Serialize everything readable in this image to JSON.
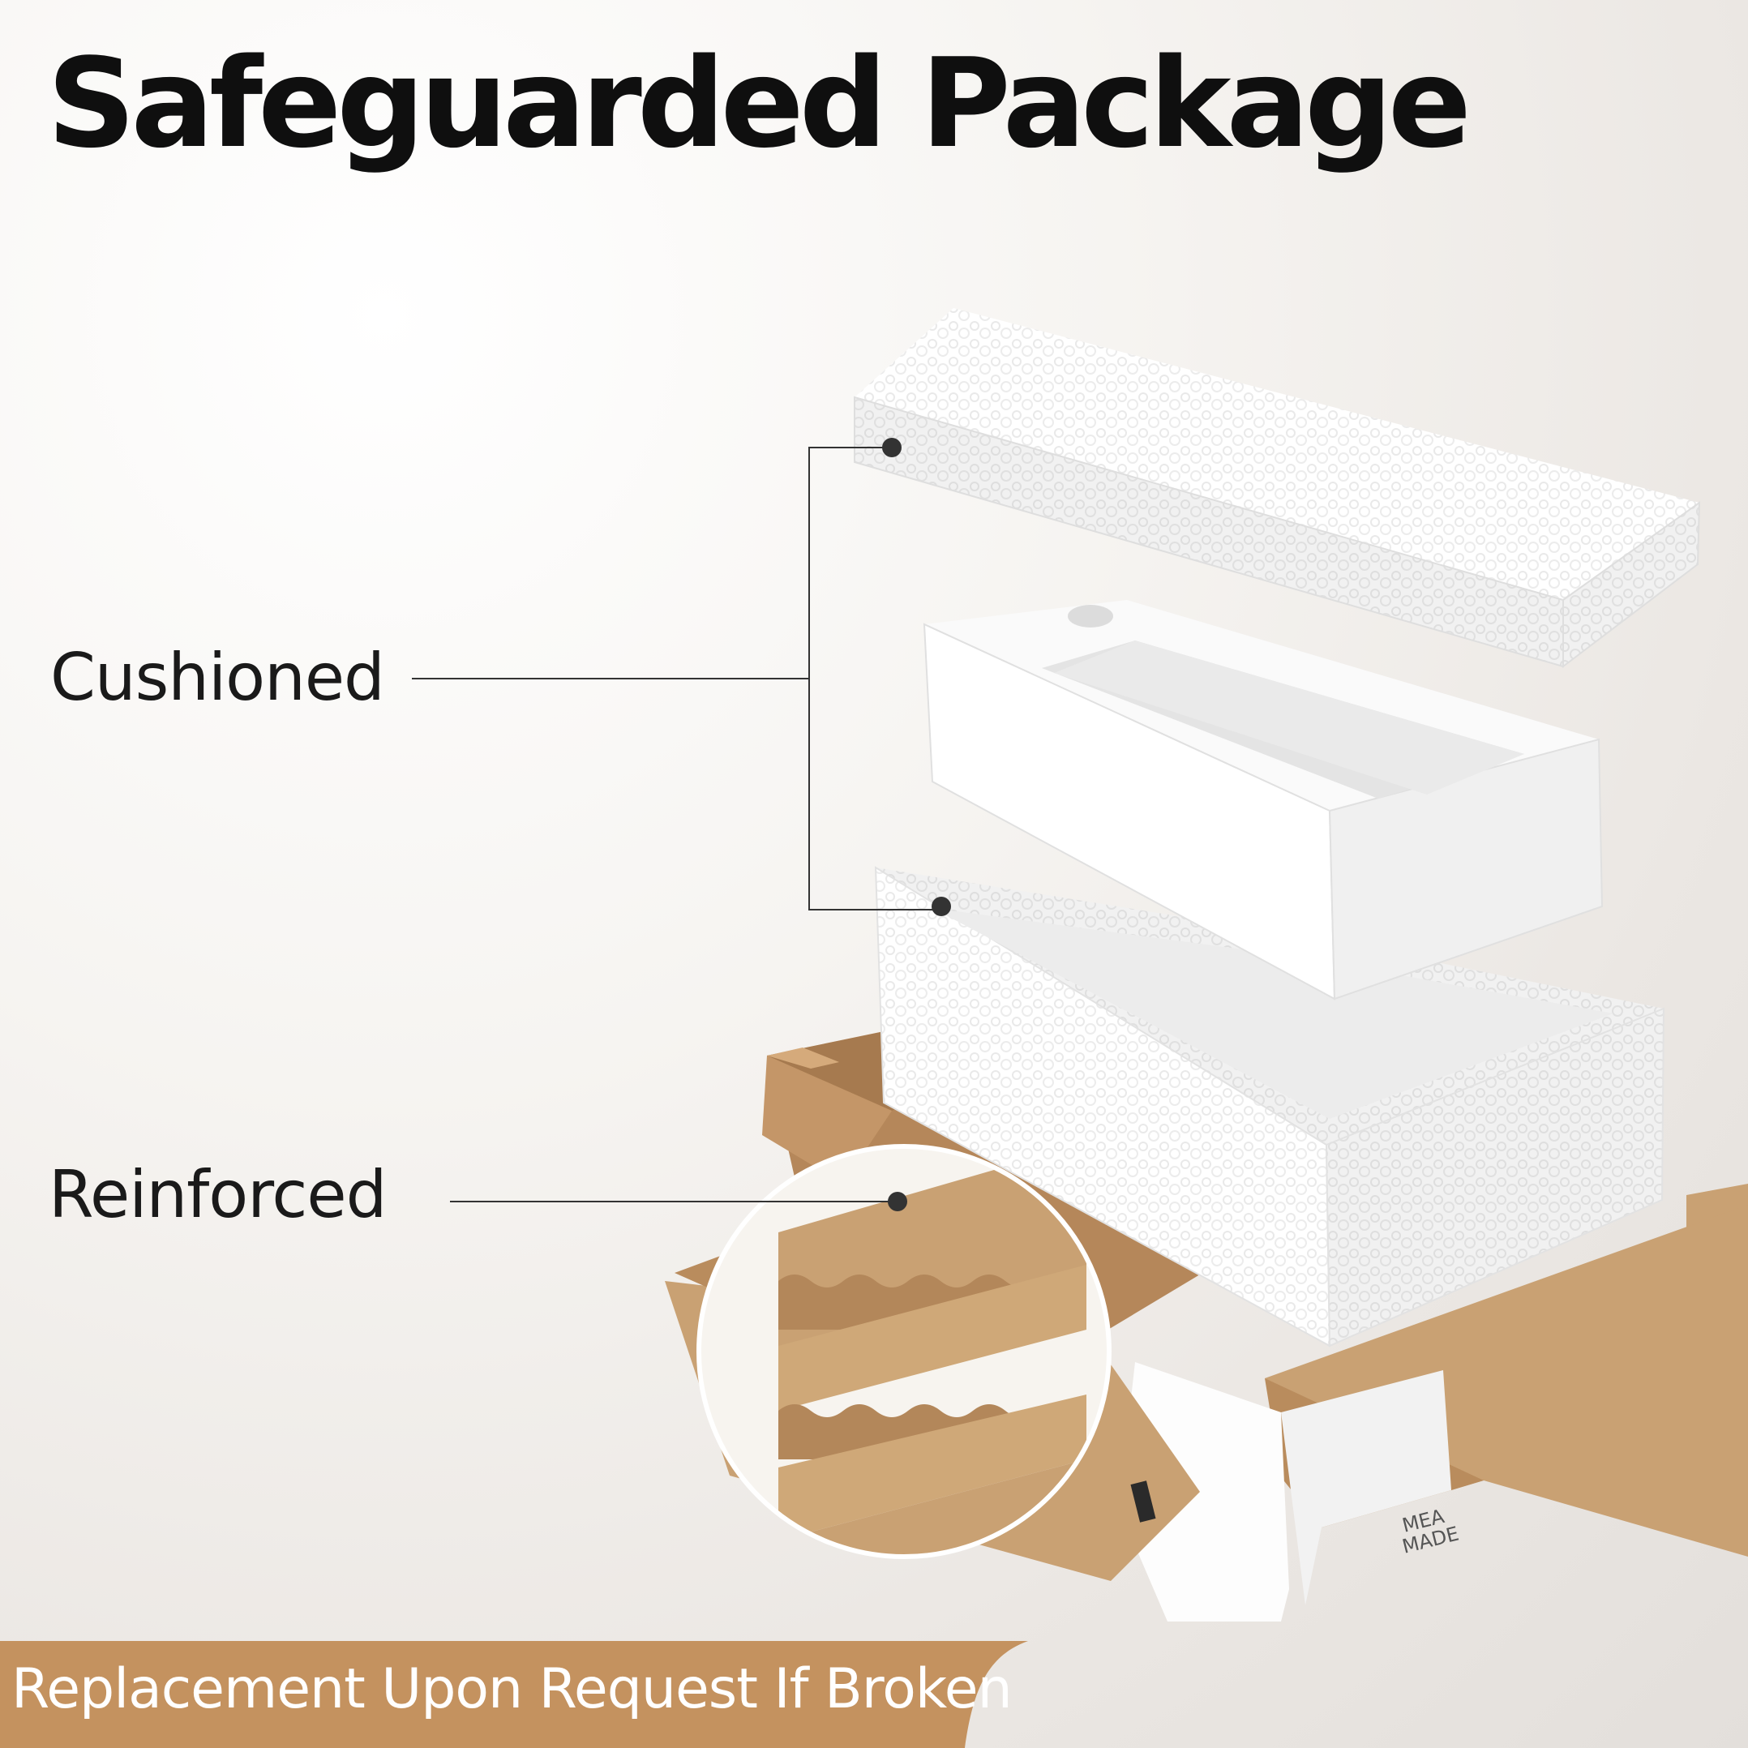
{
  "title": "Safeguarded Package",
  "callouts": {
    "cushioned": "Cushioned",
    "reinforced": "Reinforced"
  },
  "banner": {
    "text": "Replacement Upon Request If Broken"
  },
  "box_print": {
    "line1": "MEA",
    "line2": "MADE"
  },
  "colors": {
    "accent": "#c4925f",
    "cardboard": "#c9a173",
    "foam": "#ffffff",
    "text": "#0f0f0f",
    "line": "#333333"
  }
}
